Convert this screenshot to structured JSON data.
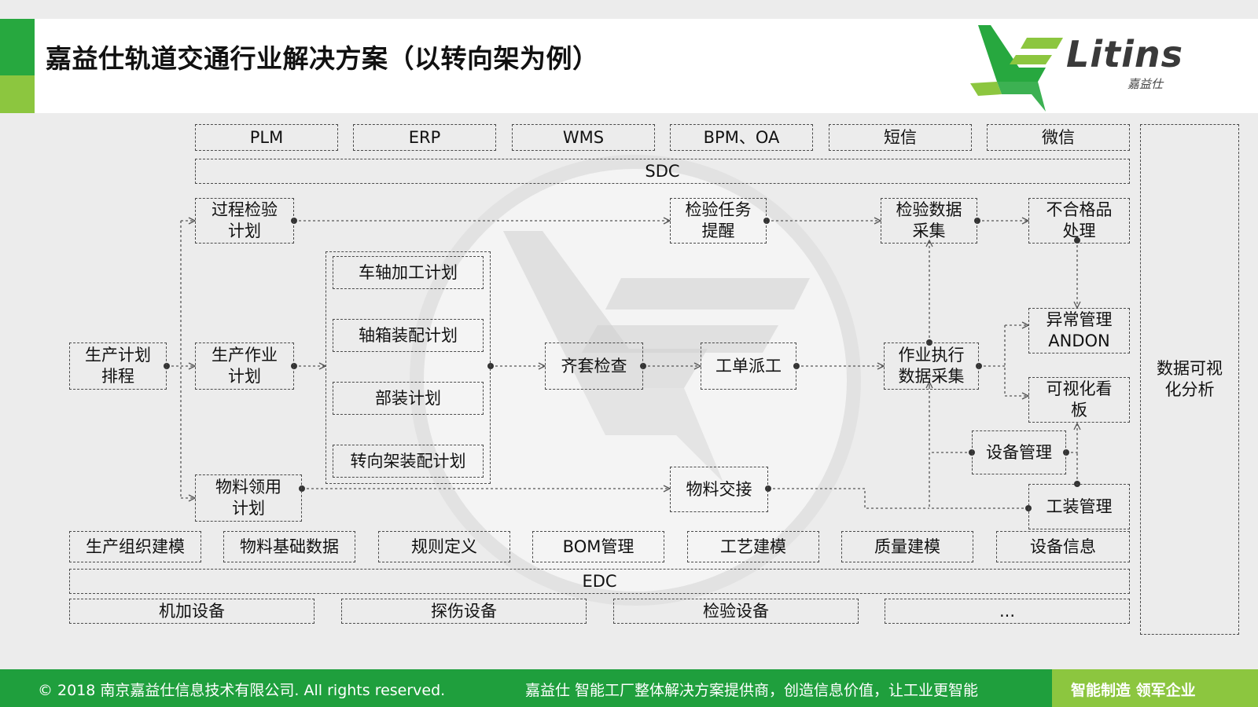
{
  "header": {
    "title": "嘉益仕轨道交通行业解决方案（以转向架为例）",
    "logo_text": "Litins",
    "logo_subtext": "嘉益仕",
    "colors": {
      "green_dark": "#27a83f",
      "green_light": "#8cc63f"
    }
  },
  "diagram": {
    "top_systems": [
      "PLM",
      "ERP",
      "WMS",
      "BPM、OA",
      "短信",
      "微信"
    ],
    "sdc": "SDC",
    "side_panel": "数据可视化分析",
    "plan_root": "生产计划排程",
    "process_inspection_plan": "过程检验计划",
    "production_work_plan": "生产作业计划",
    "material_requisition_plan": "物料领用计划",
    "sub_plans": [
      "车轴加工计划",
      "轴箱装配计划",
      "部装计划",
      "转向架装配计划"
    ],
    "kit_check": "齐套检查",
    "work_order_dispatch": "工单派工",
    "inspection_task_reminder": "检验任务提醒",
    "material_handover": "物料交接",
    "inspection_data_collection": "检验数据采集",
    "nonconforming_handling": "不合格品处理",
    "execution_data_collection": "作业执行数据采集",
    "andon": "异常管理ANDON",
    "visual_board": "可视化看板",
    "equipment_management": "设备管理",
    "tooling_management": "工装管理",
    "base_data": [
      "生产组织建模",
      "物料基础数据",
      "规则定义",
      "BOM管理",
      "工艺建模",
      "质量建模",
      "设备信息"
    ],
    "edc": "EDC",
    "devices": [
      "机加设备",
      "探伤设备",
      "检验设备",
      "..."
    ]
  },
  "footer": {
    "copyright": "© 2018 南京嘉益仕信息技术有限公司.  All rights reserved.",
    "slogan": "嘉益仕 智能工厂整体解决方案提供商，创造信息价值，让工业更智能",
    "tagline": "智能制造 领军企业"
  }
}
